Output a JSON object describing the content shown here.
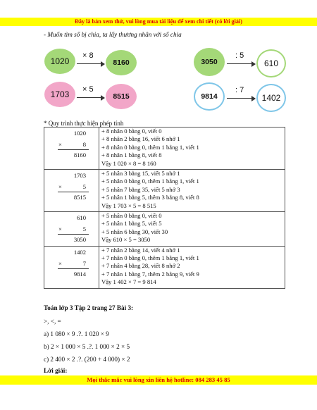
{
  "banner_top": "Đây là bản xem thử, vui lòng mua tài liệu để xem chi tiết (có lời giải)",
  "rule_text": "- Muốn tìm số bị chia, ta lấy thương nhân với số chia",
  "diagram": {
    "row1_left": {
      "a": "1020",
      "op": "× 8",
      "b": "8160"
    },
    "row2_left": {
      "a": "1703",
      "op": "× 5",
      "b": "8515"
    },
    "row1_right": {
      "a": "3050",
      "op": ": 5",
      "b": "610"
    },
    "row2_right": {
      "a": "9814",
      "op": ": 7",
      "b": "1402"
    }
  },
  "process_label": "* Quy trình thực hiện phép tính",
  "calc_rows": [
    {
      "n1": "1020",
      "times": "×",
      "n2": "8",
      "res": "8160",
      "steps": [
        "+ 8 nhân 0 bằng 0, viết 0",
        "+ 8 nhân 2 bằng 16, viết 6 nhớ 1",
        "+ 8 nhân 0 bằng 0, thêm 1 bằng 1, viết 1",
        "+ 8 nhân 1 bằng 8, viết 8",
        "Vậy 1 020 × 8 = 8 160"
      ]
    },
    {
      "n1": "1703",
      "times": "×",
      "n2": "5",
      "res": "8515",
      "steps": [
        "+ 5 nhân 3 bằng 15, viết 5 nhớ 1",
        "+ 5 nhân 0 bằng 0, thêm 1 bằng 1, viết 1",
        "+ 5 nhân 7 bằng 35, viết 5 nhớ 3",
        "+ 5 nhân 1 bằng 5, thêm 3 bằng 8, viết 8",
        "Vậy 1 703 × 5 = 8 515"
      ]
    },
    {
      "n1": "610",
      "times": "×",
      "n2": "5",
      "res": "3050",
      "steps": [
        "+ 5 nhân 0 bằng 0, viết 0",
        "+ 5 nhân 1 bằng 5, viết 5",
        "+ 5 nhân 6 bằng 30, viết 30",
        "Vậy 610 × 5 = 3050"
      ]
    },
    {
      "n1": "1402",
      "times": "×",
      "n2": "7",
      "res": "9814",
      "steps": [
        "+ 7 nhân 2 bằng 14, viết 4 nhớ 1",
        "+ 7 nhân 0 bằng 0, thêm 1 bằng 1, viết 1",
        "+ 7 nhân 4 bằng 28, viết 8 nhớ 2",
        "+ 7 nhân 1 bằng 7, thêm 2 bằng 9, viết 9",
        "Vậy 1 402 × 7 = 9 814"
      ]
    }
  ],
  "exercise_title": "Toán lớp 3 Tập 2 trang 27 Bài 3:",
  "exercise_instruction": ">, <, =",
  "exercise_items": [
    "a) 1 080 × 9  .?.  1 020 × 9",
    "b) 2 × 1 000 × 5  .?.  1 000 × 2 × 5",
    "c) 2 400 × 2  .?.  (200 + 4 000) × 2"
  ],
  "solution_label": "Lời giải:",
  "banner_bottom": "Mọi thắc mắc vui lòng xin liên hệ hotline: 084 283 45 85",
  "colors": {
    "banner_bg": "#ffff00",
    "banner_text": "#e00000",
    "green": "#a4d878",
    "pink": "#f2a6c8",
    "blue_ring": "#7fc6e8"
  }
}
